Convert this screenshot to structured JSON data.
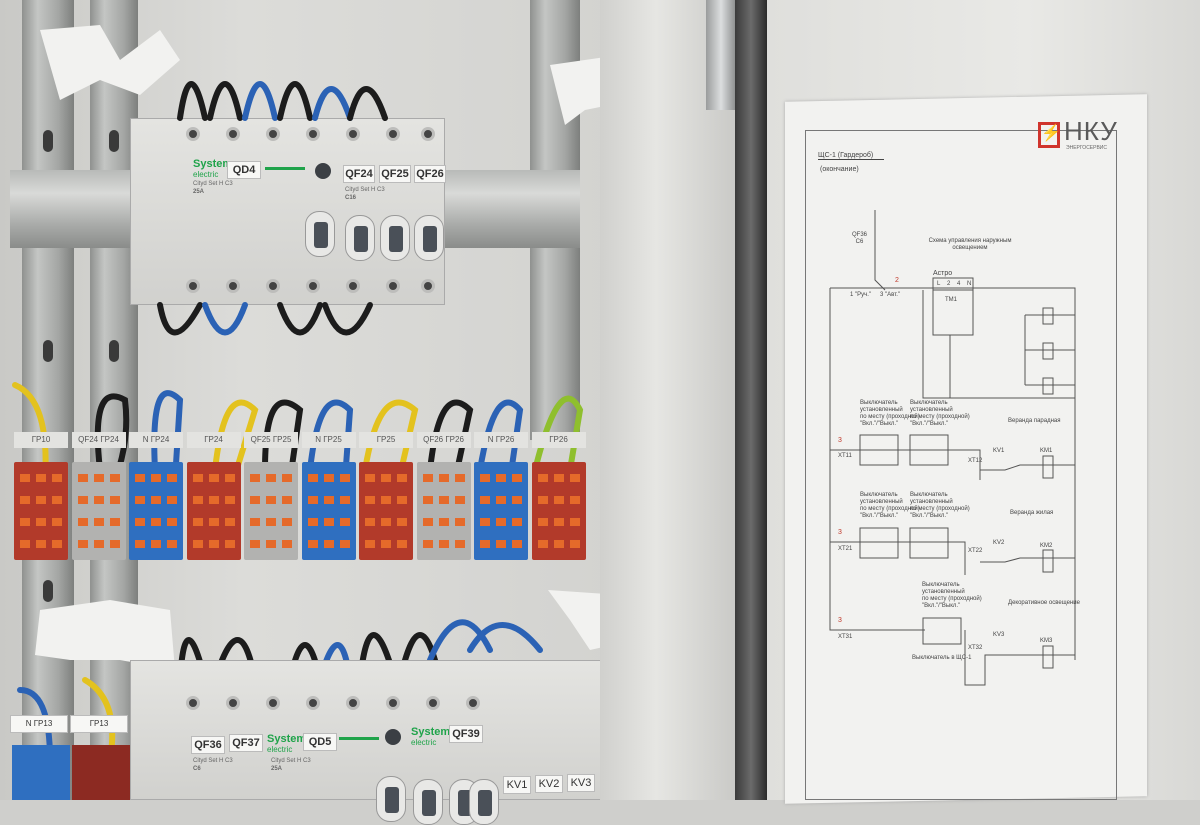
{
  "breaker_top": {
    "brand": [
      "Systeme",
      "electric"
    ],
    "main_label": "QD4",
    "main_spec": [
      "Сityd Set H C3",
      "25A"
    ],
    "labels": [
      "QF24",
      "QF25",
      "QF26"
    ],
    "spec": [
      "Сityd Set H C3",
      "C16"
    ]
  },
  "terminals": {
    "labels": [
      "ГР10",
      "QF24 ГР24",
      "N ГР24",
      "ГР24",
      "QF25 ГР25",
      "N ГР25",
      "ГР25",
      "QF26 ГР26",
      "N ГР26",
      "ГР26"
    ],
    "colors": [
      "#b23a2a",
      "#b2b2b0",
      "#2f6fc0",
      "#b23a2a",
      "#b2b2b0",
      "#2f6fc0",
      "#b23a2a",
      "#b2b2b0",
      "#2f6fc0",
      "#b23a2a"
    ]
  },
  "breaker_bottom": {
    "left_terms": [
      "N ГР13",
      "ГР13"
    ],
    "labels": [
      "QF36",
      "QF37"
    ],
    "brand": [
      "Systeme",
      "electric"
    ],
    "main_label": "QD5",
    "qf39": "QF39",
    "spec": [
      "Сityd Set H C3",
      "C6"
    ],
    "main_spec": [
      "Сityd Set H C3",
      "25A"
    ],
    "relays": [
      "KV1",
      "KV2",
      "KV3"
    ]
  },
  "diagram": {
    "logo_text": "НКУ",
    "logo_sub": "ЭНЕРГОСЕРВИС",
    "title": "ЩС-1 (Гардероб)",
    "subtitle": "(окончание)",
    "scheme_title": [
      "Схема управления наружным",
      "освещением"
    ],
    "breaker_ref": [
      "QF36",
      "C6"
    ],
    "astro": "Астро",
    "astro_pins": [
      "L",
      "2",
      "4",
      "N"
    ],
    "astro_dev": "ТМ1",
    "modes": [
      "1 \"Руч.\"",
      "3 \"Авт.\""
    ],
    "switch_desc": [
      "Выключатель",
      "установленный",
      "по месту (проходной)",
      "\"Вкл.\"/\"Выкл.\""
    ],
    "terminals": [
      "XT11",
      "XT12",
      "XT21",
      "XT22",
      "XT31",
      "XT32"
    ],
    "relays": [
      "KV1",
      "KV2",
      "KV3"
    ],
    "relay_coils": [
      "KM1",
      "KM2",
      "KM3"
    ],
    "groups": [
      "Веранда парадная",
      "Веранда жилая",
      "Декоративное освещение"
    ],
    "bottom_switch": "Выключатель в ЩС-1",
    "colors": {
      "logo_red": "#d0342c",
      "red_marks": "#c0392b"
    }
  }
}
